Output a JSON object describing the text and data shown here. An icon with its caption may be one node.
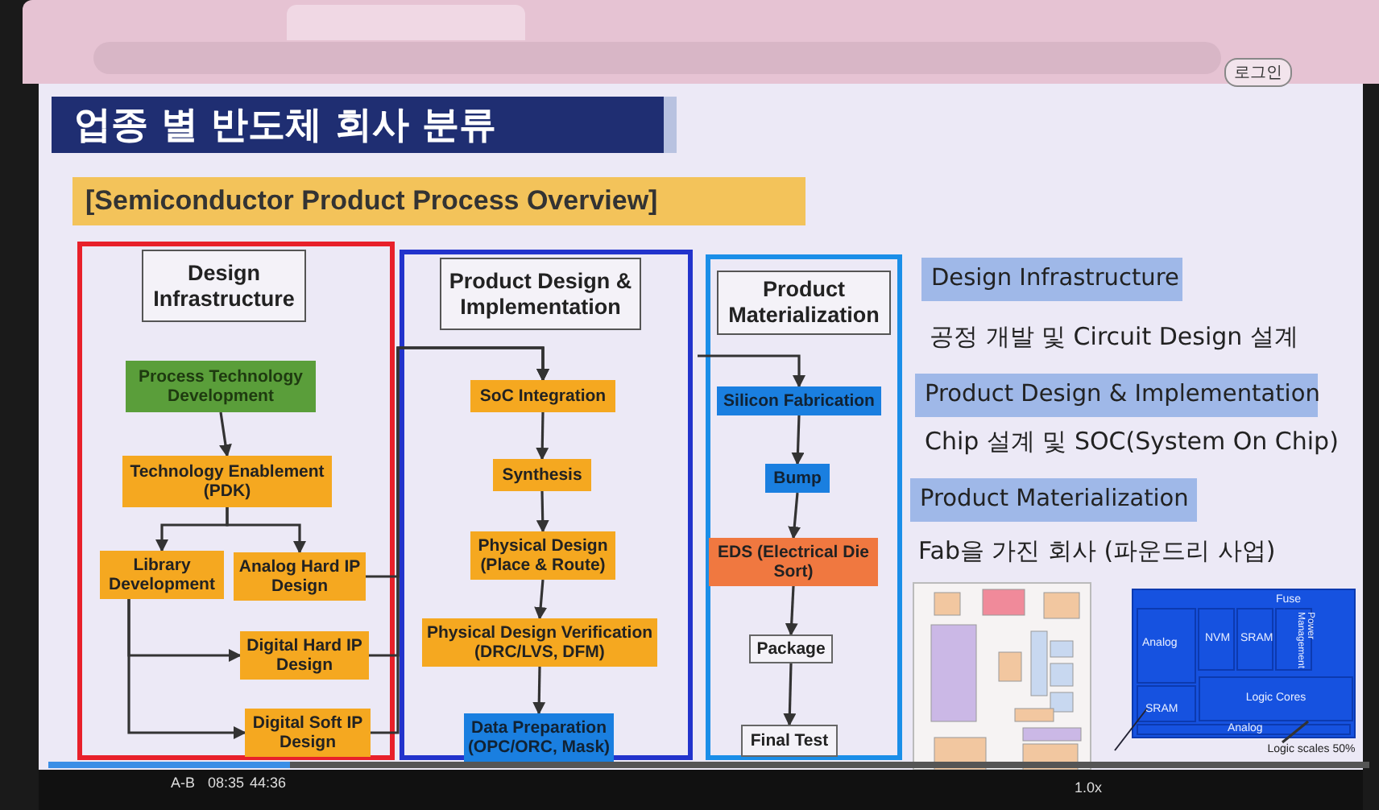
{
  "diagram": {
    "title": "업종 별 반도체 회사 분류",
    "nodes": [
      {
        "text": [],
        "shape": "box"
      },
      {
        "text": [
          "Design Infrastructure"
        ],
        "in": 0
      },
      {
        "text": [
          "Process Technology Development"
        ],
        "in": 0
      },
      {
        "text": [
          "Technology Enablement (PDK)"
        ],
        "in": 0
      },
      {
        "text": [
          "Library Development"
        ],
        "in": 0
      },
      {
        "text": [
          "Analog Hard IP Design"
        ],
        "in": 0
      },
      {
        "text": [
          "Digital Hard IP Design"
        ],
        "in": 0
      },
      {
        "text": [
          "Digital Soft IP Design"
        ],
        "in": 0
      },
      {
        "text": [],
        "shape": "box"
      },
      {
        "text": [
          "Product Design & Implementation"
        ],
        "in": 8
      },
      {
        "text": [
          "SoC Integration"
        ],
        "in": 8
      },
      {
        "text": [
          "Synthesis"
        ],
        "in": 8
      },
      {
        "text": [
          "Physical Design (Place & Route)"
        ],
        "in": 8
      },
      {
        "text": [
          "Physical Design Verification (DRC/LVS, DFM)"
        ],
        "in": 8
      },
      {
        "text": [
          "Data Preparation (OPC/ORC, Mask)"
        ],
        "in": 8
      },
      {
        "text": [],
        "shape": "box"
      },
      {
        "text": [
          "Product Materialization"
        ],
        "in": 15
      },
      {
        "text": [
          "Silicon Fabrication"
        ],
        "in": 15
      },
      {
        "text": [
          "Bump"
        ],
        "in": 15
      },
      {
        "text": [
          "EDS (Electrical Die Sort)"
        ],
        "in": 15
      },
      {
        "text": [
          "Package"
        ],
        "in": 15
      },
      {
        "text": [
          "Final Test"
        ],
        "in": 15
      },
      {
        "text": [
          "[Semiconductor Product Process Overview]"
        ]
      },
      {
        "text": [
          "Design Infrastructure"
        ]
      },
      {
        "text": [
          "Product Design & Implementation"
        ]
      },
      {
        "text": [
          "Product Materialization"
        ]
      },
      {
        "text": [
          "Logic scales 50%"
        ]
      },
      {
        "text": [
          "Logic Cores"
        ]
      }
    ],
    "edges": [
      {
        "from": 2,
        "to": 3,
        "arrow": "to"
      },
      {
        "from": 3,
        "to": 4,
        "arrow": "to"
      },
      {
        "from": 3,
        "to": 5,
        "arrow": "to"
      },
      {
        "from": 4,
        "to": 6,
        "arrow": "to"
      },
      {
        "from": 4,
        "to": 7,
        "arrow": "to"
      },
      {
        "from": 5,
        "to": 10,
        "arrow": "to"
      },
      {
        "from": 6,
        "to": 10,
        "arrow": "to"
      },
      {
        "from": 7,
        "to": 10,
        "arrow": "to"
      },
      {
        "from": 10,
        "to": 11,
        "arrow": "to"
      },
      {
        "from": 11,
        "to": 12,
        "arrow": "to"
      },
      {
        "from": 12,
        "to": 13,
        "arrow": "to"
      },
      {
        "from": 13,
        "to": 14,
        "arrow": "to"
      },
      {
        "from": 26,
        "to": 27,
        "arrow": "none"
      },
      {
        "from": null,
        "to": 17,
        "arrow": "to"
      },
      {
        "from": 17,
        "to": 18,
        "arrow": "to"
      },
      {
        "from": 18,
        "to": 19,
        "arrow": "to"
      },
      {
        "from": 19,
        "to": 20,
        "arrow": "to"
      },
      {
        "from": 20,
        "to": 21,
        "arrow": "to"
      }
    ],
    "labels": [
      "로그인",
      "공정 개발 및 Circuit Design 설계",
      "Chip 설계 및 SOC(System On Chip)",
      "Fab을 가진 회사 (파운드리 사업)",
      "Fuse",
      "Analog",
      "NVM",
      "SRAM",
      "Power Management",
      "SRAM",
      "Analog",
      "A-B",
      "08:35",
      "44:36",
      "1.0x"
    ]
  }
}
